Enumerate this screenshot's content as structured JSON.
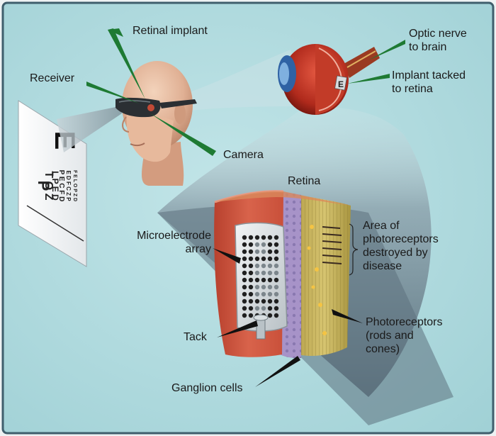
{
  "labels": {
    "retinal_implant": "Retinal implant",
    "receiver": "Receiver",
    "camera": "Camera",
    "optic_nerve": "Optic nerve\nto brain",
    "implant_tacked": "Implant tacked\nto retina",
    "retina": "Retina",
    "microelectrode": "Microelectrode\narray",
    "area_destroyed": "Area of\nphotoreceptors\ndestroyed by\ndisease",
    "photoreceptors": "Photoreceptors\n(rods and\ncones)",
    "tack": "Tack",
    "ganglion": "Ganglion cells"
  },
  "eye_chart": {
    "top_letter": "E",
    "rows": [
      "P",
      "T O Z",
      "L P E D",
      "P E C F D",
      "E D F C Z P",
      "F E L O P Z D"
    ]
  },
  "implant_letter": "E",
  "colors": {
    "background": "#a9d6da",
    "border": "#3f5e6c",
    "leader_line": "#1e7a33",
    "tissue": "#c9503a",
    "beam": "#647a86"
  }
}
